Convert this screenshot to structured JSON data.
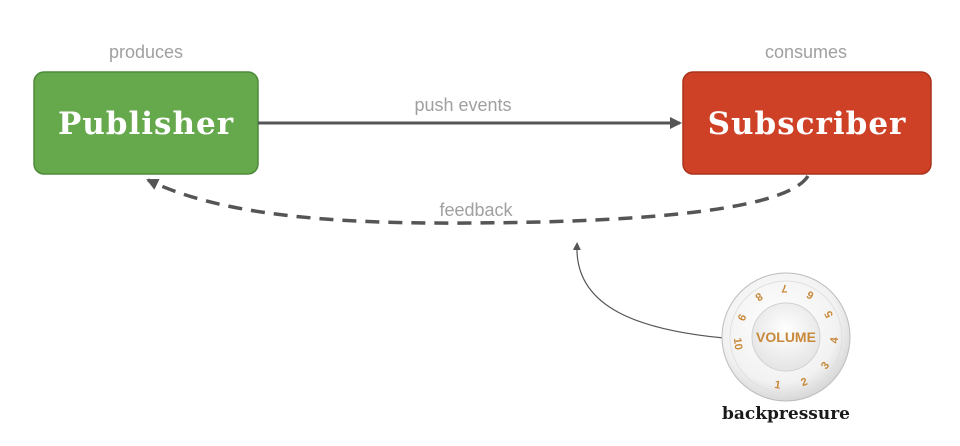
{
  "publisher": {
    "title": "Publisher",
    "caption": "produces",
    "color": "#66a84c",
    "border": "#4e8a3a"
  },
  "subscriber": {
    "title": "Subscriber",
    "caption": "consumes",
    "color": "#cf4127",
    "border": "#a8321c"
  },
  "edges": {
    "push_label": "push events",
    "feedback_label": "feedback"
  },
  "knob": {
    "label": "VOLUME",
    "numbers": [
      "1",
      "2",
      "3",
      "4",
      "5",
      "6",
      "7",
      "8",
      "9",
      "10"
    ],
    "caption": "backpressure",
    "accent": "#c8893a"
  }
}
